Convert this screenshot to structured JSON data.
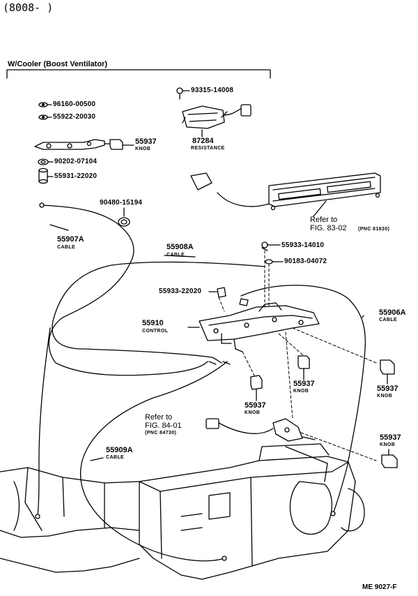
{
  "header": {
    "code": "(8008-     )"
  },
  "section": {
    "title": "W/Cooler (Boost Ventilator)"
  },
  "parts": {
    "p96160": "96160-00500",
    "p55922": "55922-20030",
    "p55937_a": "55937",
    "knob_a": "KNOB",
    "p90202": "90202-07104",
    "p55931": "55931-22020",
    "p93315": "93315-14008",
    "p87284": "87284",
    "resistance": "RESISTANCE",
    "p90480": "90480-15194",
    "p55907a": "55907A",
    "cable_a": "CABLE",
    "p55908a": "55908A",
    "cable_b": "CABLE",
    "p55933_14010": "55933-14010",
    "p90183": "90183-04072",
    "p55933_22020": "55933-22020",
    "p55906a": "55906A",
    "cable_c": "CABLE",
    "p55910": "55910",
    "control": "CONTROL",
    "p55937_b": "55937",
    "knob_b": "KNOB",
    "p55937_c": "55937",
    "knob_c": "KNOB",
    "p55937_d": "55937",
    "knob_d": "KNOB",
    "p55937_e": "55937",
    "knob_e": "KNOB",
    "p55909a": "55909A",
    "cable_d": "CABLE"
  },
  "refs": {
    "r1_line1": "Refer to",
    "r1_line2": "FIG. 83-02",
    "r1_pnc": "(PNC 81830)",
    "r2_line1": "Refer to",
    "r2_line2": "FIG. 84-01",
    "r2_pnc": "(PNC 84730)"
  },
  "footer": {
    "code": "ME 9027-F"
  }
}
